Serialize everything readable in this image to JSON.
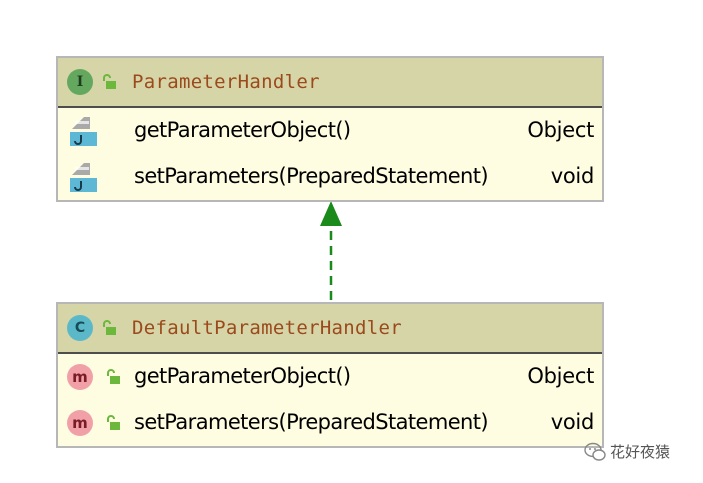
{
  "interface_box": {
    "badge": "I",
    "name": "ParameterHandler",
    "members": [
      {
        "name": "getParameterObject()",
        "type": "Object",
        "icon": "java-abstract-method-icon"
      },
      {
        "name": "setParameters(PreparedStatement)",
        "type": "void",
        "icon": "java-abstract-method-icon"
      }
    ]
  },
  "class_box": {
    "badge": "C",
    "name": "DefaultParameterHandler",
    "members": [
      {
        "name": "getParameterObject()",
        "type": "Object",
        "icon": "method-icon",
        "badge": "m"
      },
      {
        "name": "setParameters(PreparedStatement)",
        "type": "void",
        "icon": "method-icon",
        "badge": "m"
      }
    ]
  },
  "relation": {
    "type": "implements",
    "color": "#1a8a1a"
  },
  "colors": {
    "header_bg": "#d6d5a8",
    "body_bg": "#fefde1",
    "title_color": "#9b4a1b",
    "public_green": "#6cb83d"
  },
  "watermark": {
    "text": "花好夜猿"
  }
}
